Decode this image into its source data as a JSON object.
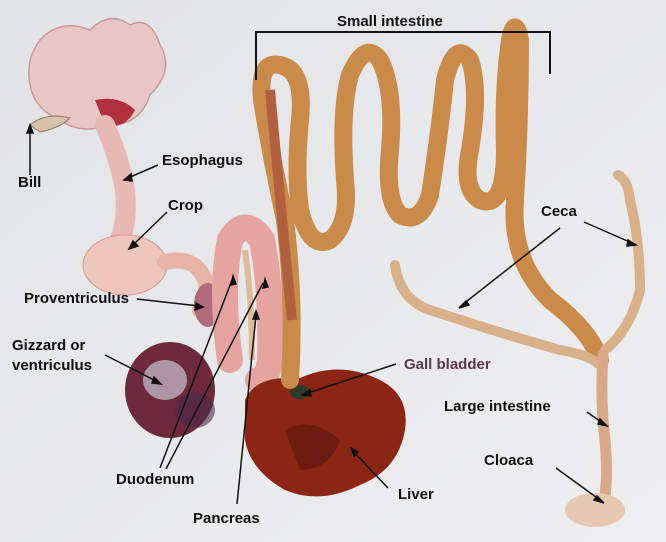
{
  "labels": {
    "small_intestine": "Small intestine",
    "bill": "Bill",
    "esophagus": "Esophagus",
    "crop": "Crop",
    "proventriculus": "Proventriculus",
    "gizzard_line1": "Gizzard or",
    "gizzard_line2": "ventriculus",
    "duodenum": "Duodenum",
    "pancreas": "Pancreas",
    "gall_bladder": "Gall bladder",
    "liver": "Liver",
    "ceca": "Ceca",
    "large_intestine": "Large intestine",
    "cloaca": "Cloaca"
  },
  "colors": {
    "background": "#e6e7e9",
    "label_text": "#111111",
    "gall_bladder_text": "#5a3a4a",
    "liver": "#8a2414",
    "gizzard": "#6a2a3a",
    "intestine": "#c98a4a"
  }
}
